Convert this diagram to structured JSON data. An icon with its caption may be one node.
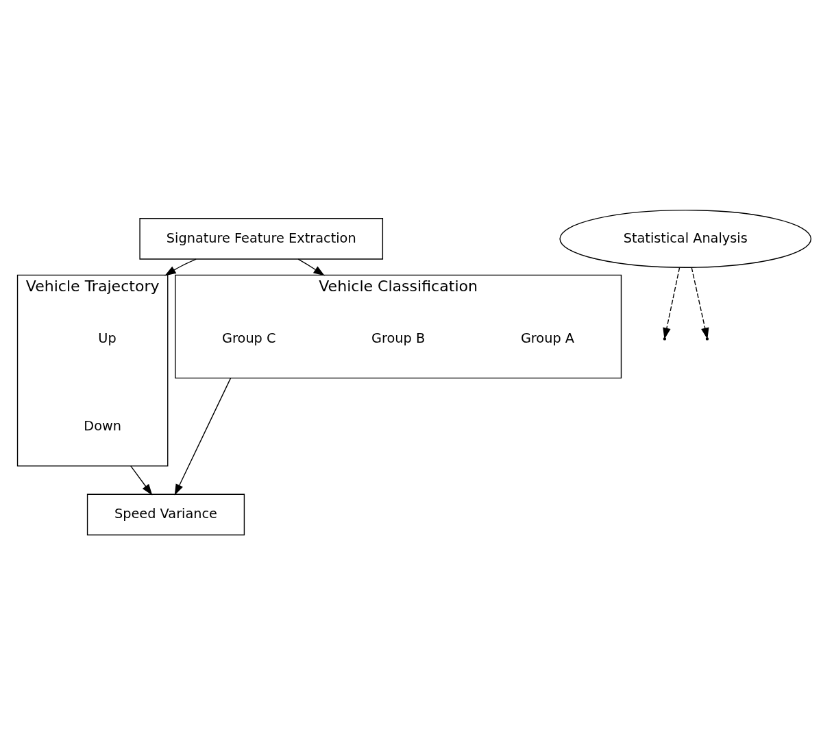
{
  "diagram": {
    "nodes": [
      {
        "text": [
          "Signature Feature Extraction"
        ]
      },
      {
        "text": [
          "Vehicle Classification"
        ]
      },
      {
        "text": [
          "Vehicle Trajectory"
        ]
      },
      {
        "text": [
          "Statistical Analysis"
        ]
      },
      {
        "text": [
          "Speed Variance"
        ]
      }
    ],
    "edges": [
      {
        "from": 0,
        "to": 1,
        "arrow": "to"
      },
      {
        "from": 0,
        "to": 2,
        "arrow": "to"
      },
      {
        "from": 1,
        "to": 4,
        "arrow": "to"
      },
      {
        "from": 2,
        "to": 4,
        "arrow": "to"
      },
      {
        "from": 3,
        "to": null,
        "arrow": "to",
        "style": "dashed"
      },
      {
        "from": 3,
        "to": null,
        "arrow": "to",
        "style": "dashed"
      }
    ],
    "labels": [
      "Group A",
      "Group B",
      "Group C",
      "Up",
      "Down"
    ]
  }
}
